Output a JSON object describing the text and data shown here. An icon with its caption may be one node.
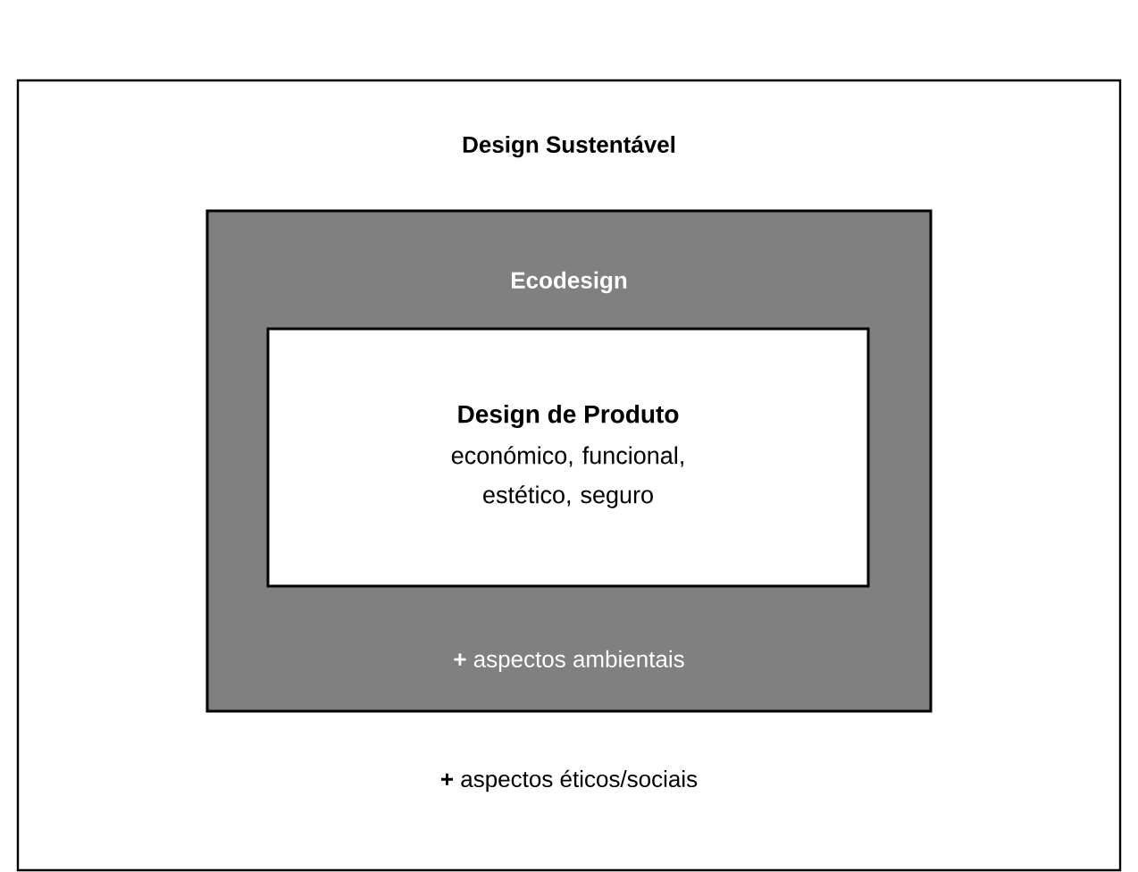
{
  "diagram": {
    "nodes": [
      {
        "text": [
          "Design Sustentável",
          "**+** aspectos éticos/sociais"
        ]
      },
      {
        "text": [
          "Ecodesign",
          "**+** aspectos ambientais"
        ],
        "in": 0
      },
      {
        "text": [
          "Design de Produto",
          "económico, funcional, estético, seguro"
        ],
        "in": 1
      }
    ]
  }
}
